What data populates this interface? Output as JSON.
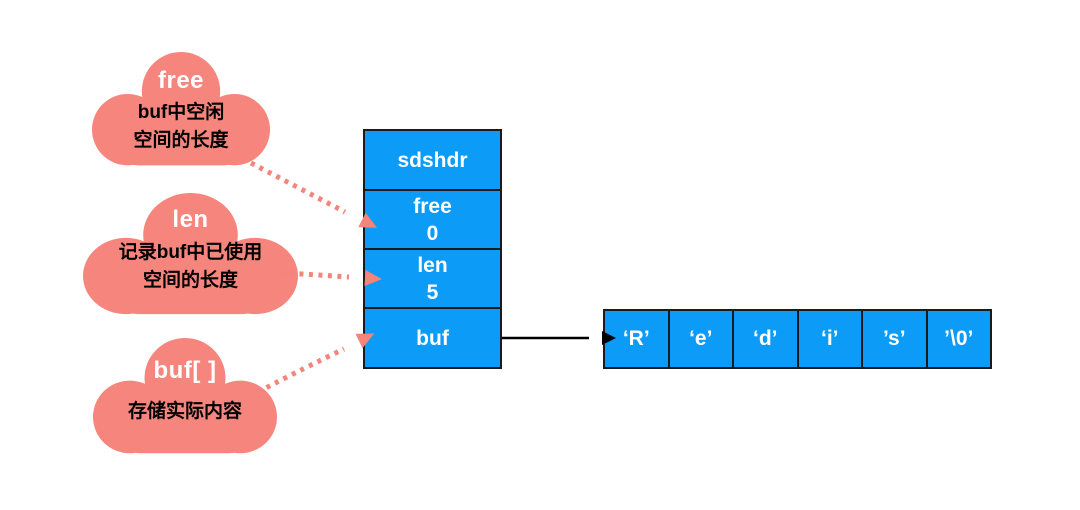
{
  "diagram": {
    "topic": "Redis sdshdr string structure"
  },
  "colors": {
    "cloud_fill": "#F5857D",
    "arrow_dotted": "#F5847B",
    "arrow_solid": "#000000",
    "cell_blue": "#0C9BF6",
    "cell_border": "#1B1B1B",
    "cloud_title_text": "#FFFFFF",
    "cloud_body_text": "#000000",
    "cell_text": "#FFFFFF"
  },
  "clouds": [
    {
      "title": "free",
      "body": "buf中空闲\n空间的长度"
    },
    {
      "title": "len",
      "body": "记录buf中已使用\n空间的长度"
    },
    {
      "title": "buf[ ]",
      "body": "存储实际内容"
    }
  ],
  "struct": {
    "rows": [
      "sdshdr",
      "free\n0",
      "len\n5",
      "buf"
    ]
  },
  "buffer": {
    "cells": [
      "‘R’",
      "‘e’",
      "‘d’",
      "‘i’",
      "’s’",
      "’\\0’"
    ]
  }
}
